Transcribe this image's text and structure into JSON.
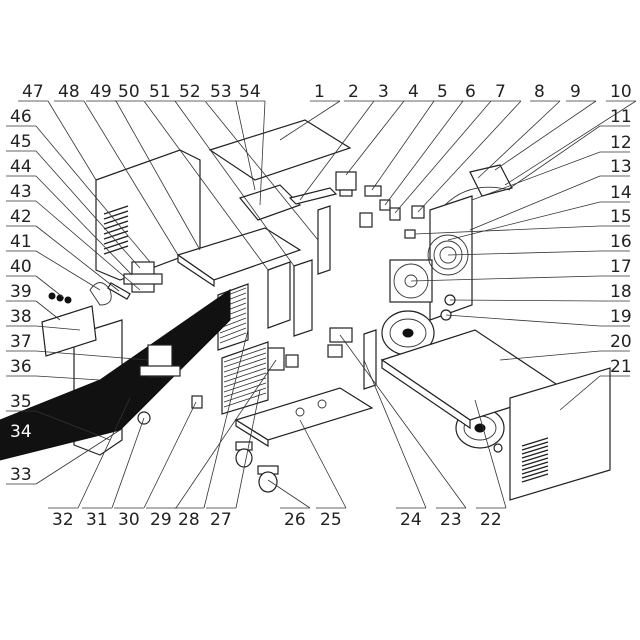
{
  "diagram": {
    "callouts_top": [
      "47",
      "48",
      "49",
      "50",
      "51",
      "52",
      "53",
      "54",
      "1",
      "2",
      "3",
      "4",
      "5",
      "6",
      "7",
      "8",
      "9",
      "10"
    ],
    "callouts_right": [
      "11",
      "12",
      "13",
      "14",
      "15",
      "16",
      "17",
      "18",
      "19",
      "20",
      "21"
    ],
    "callouts_left": [
      "46",
      "45",
      "44",
      "43",
      "42",
      "41",
      "40",
      "39",
      "38",
      "37",
      "36",
      "35",
      "34",
      "33"
    ],
    "callouts_bottom": [
      "32",
      "31",
      "30",
      "29",
      "28",
      "27",
      "26",
      "25",
      "24",
      "23",
      "22"
    ]
  }
}
